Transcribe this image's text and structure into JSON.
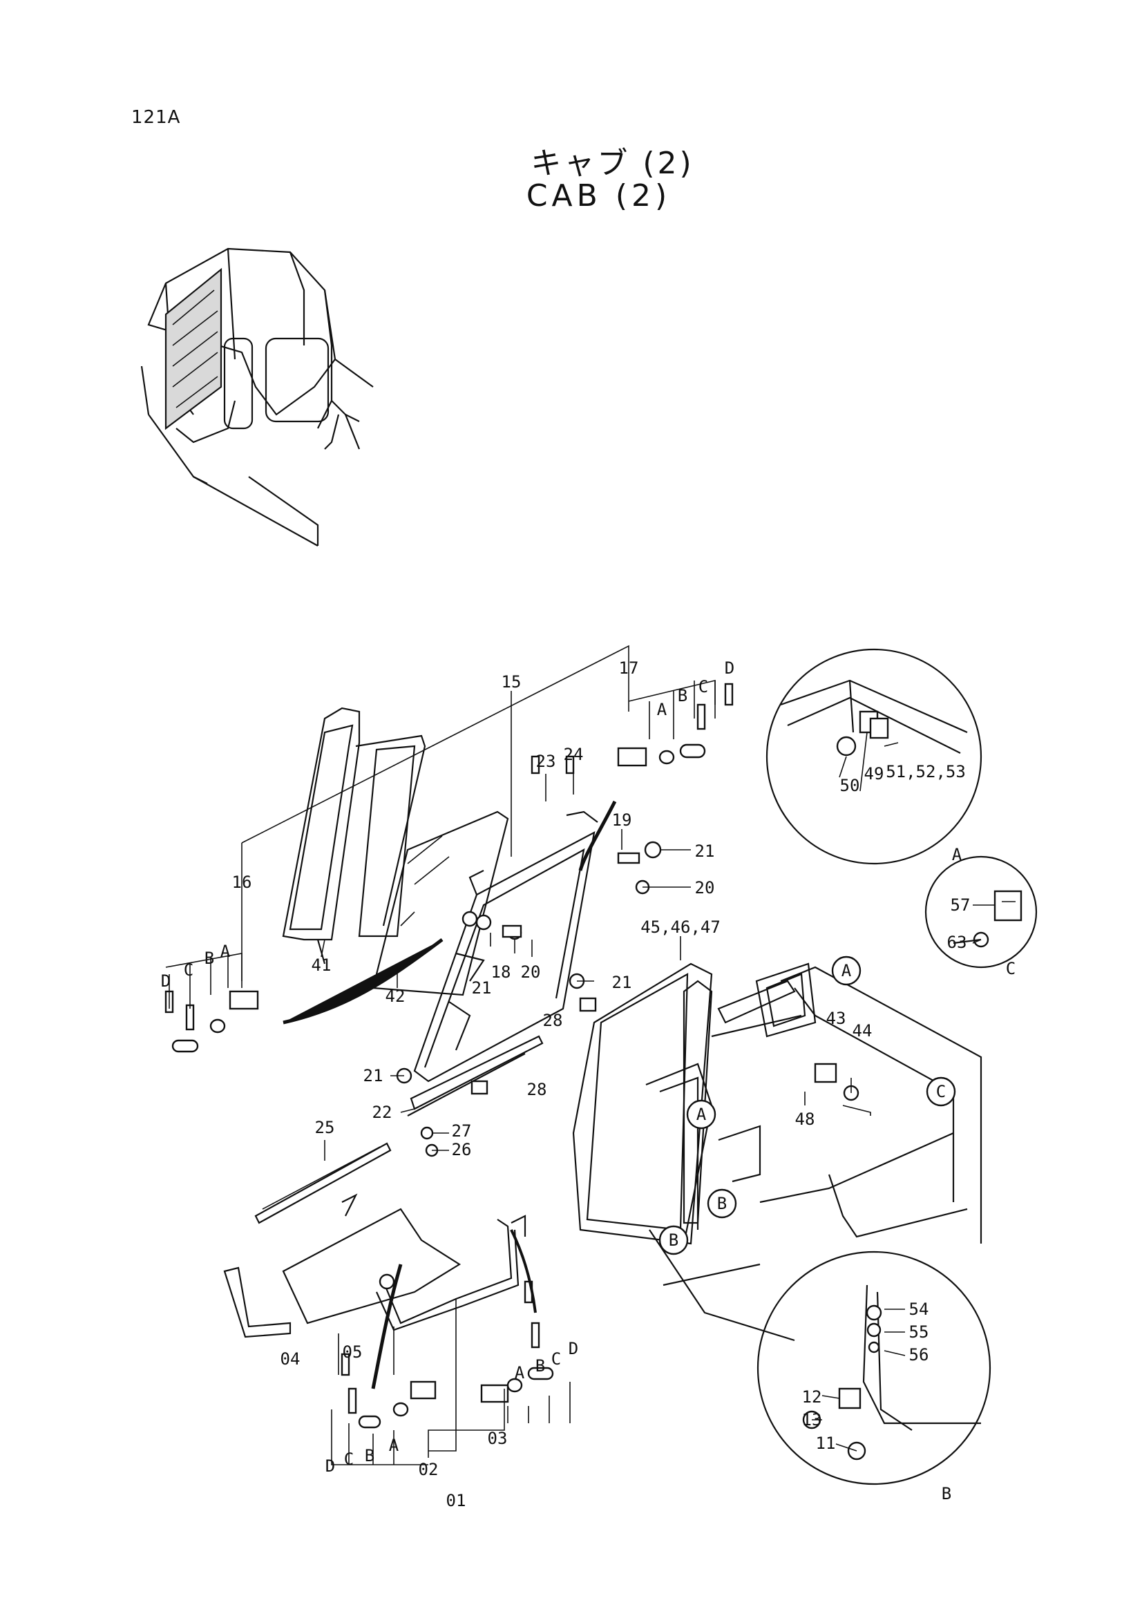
{
  "page": {
    "code": "121A",
    "title_jp": "キャブ (2)",
    "title_en": "CAB (2)"
  },
  "callouts": [
    "01",
    "02",
    "03",
    "04",
    "05",
    "11",
    "12",
    "13",
    "15",
    "16",
    "17",
    "18",
    "19",
    "20",
    "20",
    "21",
    "21",
    "21",
    "21",
    "22",
    "23",
    "24",
    "25",
    "26",
    "27",
    "28",
    "28",
    "41",
    "42",
    "43",
    "44",
    "45,46,47",
    "48",
    "49",
    "50",
    "51,52,53",
    "54",
    "55",
    "56",
    "57",
    "63"
  ],
  "letters": [
    "A",
    "B",
    "C",
    "D"
  ],
  "detail_views": [
    "A",
    "B",
    "C"
  ]
}
